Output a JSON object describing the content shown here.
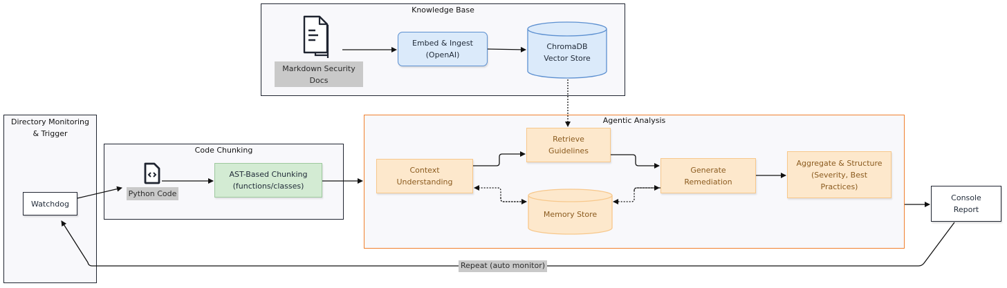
{
  "groups": {
    "knowledge_base": "Knowledge Base",
    "directory_monitoring": "Directory Monitoring\n& Trigger",
    "code_chunking": "Code Chunking",
    "agentic_analysis": "Agentic Analysis"
  },
  "nodes": {
    "markdown_docs": "Markdown Security\nDocs",
    "embed_ingest": "Embed & Ingest\n(OpenAI)",
    "chromadb": "ChromaDB\nVector Store",
    "watchdog": "Watchdog",
    "python_code": "Python Code",
    "ast_chunking": "AST-Based Chunking\n(functions/classes)",
    "context_understanding": "Context\nUnderstanding",
    "retrieve_guidelines": "Retrieve\nGuidelines",
    "memory_store": "Memory Store",
    "generate_remediation": "Generate\nRemediation",
    "aggregate_structure": "Aggregate & Structure\n(Severity, Best\nPractices)",
    "console_report": "Console\nReport"
  },
  "edges": {
    "repeat_label": "Repeat (auto monitor)"
  },
  "colors": {
    "agentic_border": "#f07f2c",
    "blue_fill": "#dbeafa",
    "orange_fill": "#fde8cc",
    "green_fill": "#d3ebd3",
    "label_bg": "#c9c9c9"
  }
}
